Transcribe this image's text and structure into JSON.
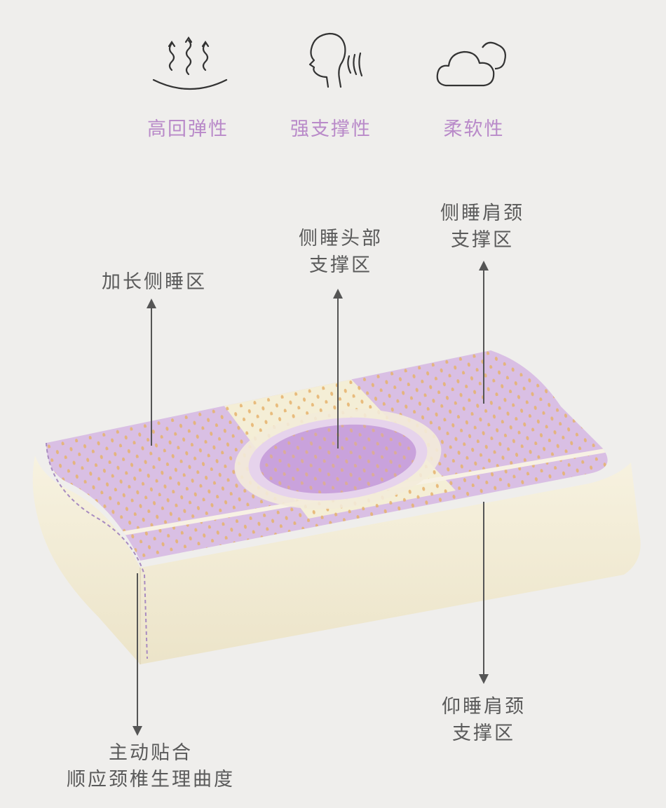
{
  "features": [
    {
      "label": "高回弹性",
      "icon": "rebound-arrows-icon"
    },
    {
      "label": "强支撑性",
      "icon": "head-profile-icon"
    },
    {
      "label": "柔软性",
      "icon": "cloud-icon"
    }
  ],
  "zones": {
    "extended_side": {
      "line1": "加长侧睡区",
      "line2": ""
    },
    "side_head": {
      "line1": "侧睡头部",
      "line2": "支撑区"
    },
    "side_shoulder": {
      "line1": "侧睡肩颈",
      "line2": "支撑区"
    },
    "back_shoulder": {
      "line1": "仰睡肩颈",
      "line2": "支撑区"
    },
    "active_fit": {
      "line1": "主动贴合",
      "line2": "顺应颈椎生理曲度"
    }
  },
  "colors": {
    "background": "#efeeec",
    "accent_purple": "#b98ac9",
    "pillow_top_purple": "#d9bfe4",
    "pillow_latex": "#f6f1df",
    "text_gray": "#5a5a5a"
  }
}
